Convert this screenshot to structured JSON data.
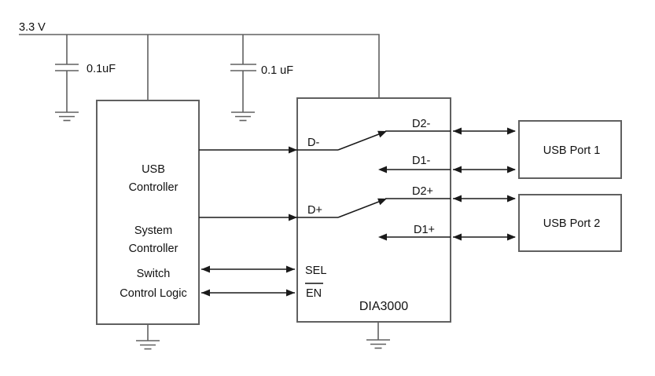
{
  "power": {
    "rail_label": "3.3 V"
  },
  "capacitors": [
    {
      "label": "0.1uF"
    },
    {
      "label": "0.1 uF"
    }
  ],
  "controller": {
    "lines": [
      "USB",
      "Controller",
      "System",
      "Controller",
      "Switch",
      "Control Logic"
    ]
  },
  "dia3000": {
    "name": "DIA3000",
    "pins": {
      "d_minus": "D-",
      "d_plus": "D+",
      "sel": "SEL",
      "en": "EN",
      "d2_minus": "D2-",
      "d1_minus": "D1-",
      "d2_plus": "D2+",
      "d1_plus": "D1+"
    }
  },
  "ports": [
    {
      "label": "USB Port 1"
    },
    {
      "label": "USB Port 2"
    }
  ],
  "colors": {
    "background": "#ffffff",
    "wire": "#606060",
    "signal": "#1a1a1a",
    "text": "#111111"
  }
}
